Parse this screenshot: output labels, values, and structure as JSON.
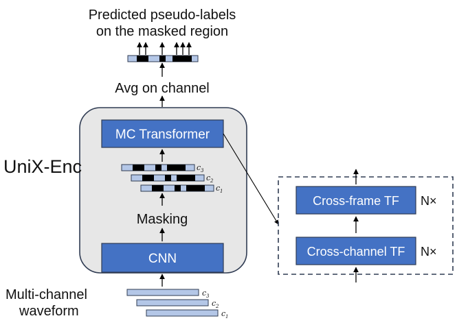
{
  "title_line1": "Predicted pseudo-labels",
  "title_line2": "on the masked region",
  "avg_label": "Avg on channel",
  "encoder_name": "UniX-Enc",
  "mc_transformer": "MC Transformer",
  "masking": "Masking",
  "cnn": "CNN",
  "input_line1": "Multi-channel",
  "input_line2": "waveform",
  "channel_c": "c",
  "channels": [
    "3",
    "2",
    "1"
  ],
  "cross_frame": "Cross-frame TF",
  "cross_channel": "Cross-channel TF",
  "repeat": "N×",
  "colors": {
    "block_blue": "#4472c4",
    "seg_light": "#b4c7e7",
    "mask_black": "#000000",
    "container_fill": "#e7e7e7",
    "outline_dark": "#2f3b52"
  }
}
